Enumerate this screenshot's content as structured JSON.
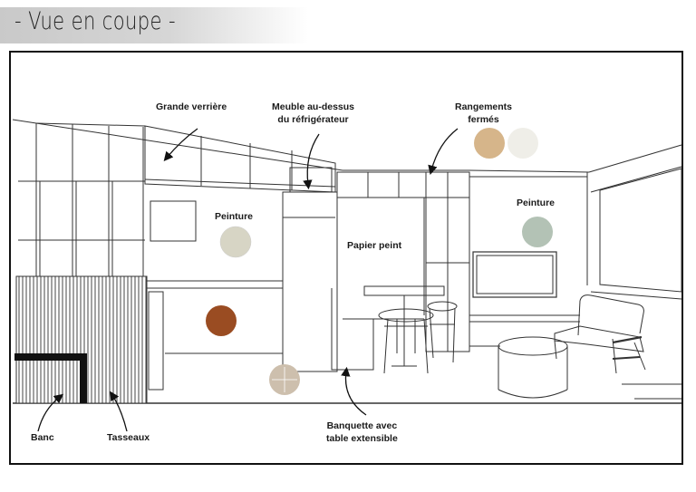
{
  "title": "- Vue en coupe -",
  "labels": {
    "grande_verriere": "Grande verrière",
    "meuble_refrigerateur_line1": "Meuble au-dessus",
    "meuble_refrigerateur_line2": "du réfrigérateur",
    "rangements_line1": "Rangements",
    "rangements_line2": "fermés",
    "peinture_left": "Peinture",
    "peinture_right": "Peinture",
    "papier_peint": "Papier peint",
    "banc": "Banc",
    "tasseaux": "Tasseaux",
    "banquette_line1": "Banquette avec",
    "banquette_line2": "table extensible"
  },
  "swatches": {
    "peinture_left": "#d7d5c5",
    "peinture_right": "#b3c2b5",
    "rangement_wood": "#d6b58a",
    "rangement_white": "#efeee8",
    "terracotta": "#9a4c22",
    "floor": "#cdbfad"
  }
}
